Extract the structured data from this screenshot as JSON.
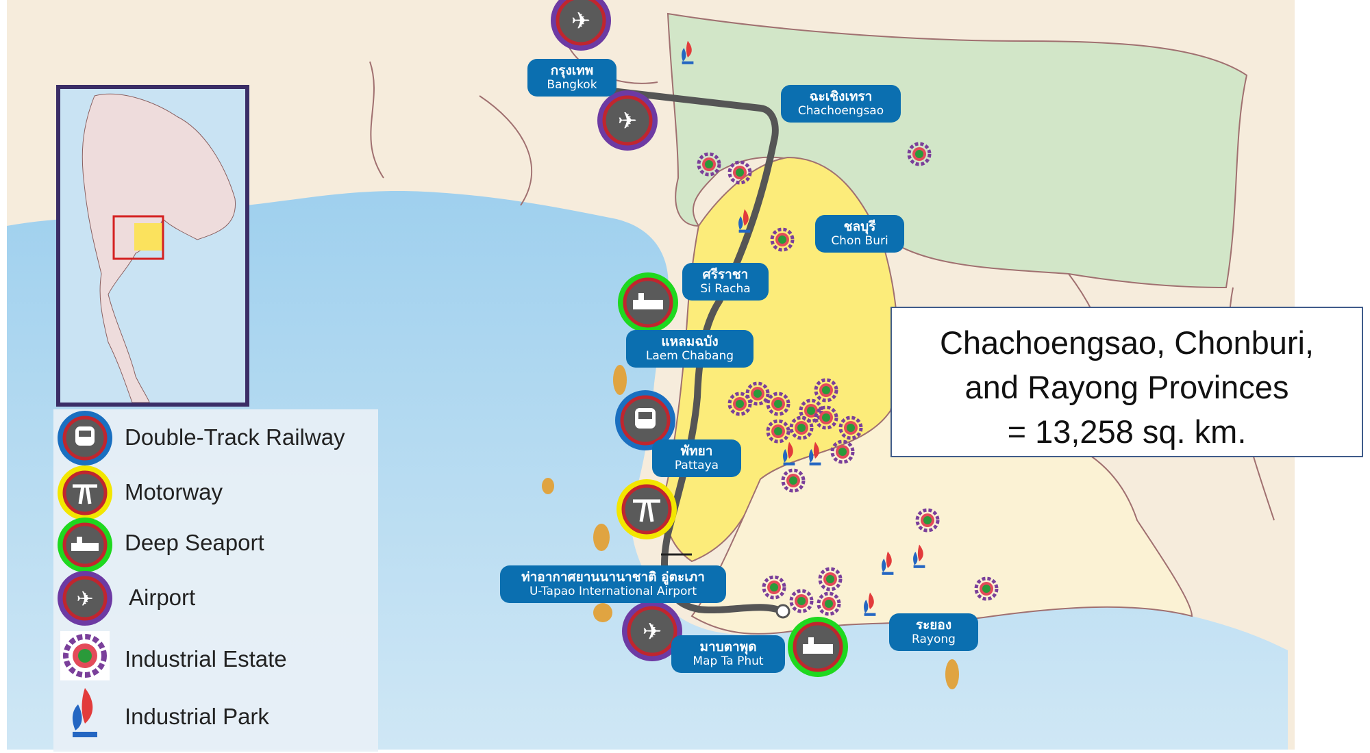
{
  "places": [
    {
      "id": "bangkok",
      "th": "กรุงเทพ",
      "en": "Bangkok"
    },
    {
      "id": "chachoengsao",
      "th": "ฉะเชิงเทรา",
      "en": "Chachoengsao"
    },
    {
      "id": "chonburi",
      "th": "ชลบุรี",
      "en": "Chon Buri"
    },
    {
      "id": "siracha",
      "th": "ศรีราชา",
      "en": "Si Racha"
    },
    {
      "id": "laemchabang",
      "th": "แหลมฉบัง",
      "en": "Laem Chabang"
    },
    {
      "id": "pattaya",
      "th": "พัทยา",
      "en": "Pattaya"
    },
    {
      "id": "utapao",
      "th": "ท่าอากาศยานนานาชาติ อู่ตะเภา",
      "en": "U-Tapao International Airport"
    },
    {
      "id": "maptaphut",
      "th": "มาบตาพุด",
      "en": "Map Ta Phut"
    },
    {
      "id": "rayong",
      "th": "ระยอง",
      "en": "Rayong"
    }
  ],
  "infobox": {
    "line1": "Chachoengsao, Chonburi,",
    "line2": "and Rayong Provinces",
    "line3": "= 13,258 sq. km."
  },
  "legend": [
    {
      "label": "Double-Track Railway",
      "icon": "railway-icon",
      "ring": "#1a6fc0"
    },
    {
      "label": "Motorway",
      "icon": "motorway-icon",
      "ring": "#f3e600"
    },
    {
      "label": "Deep Seaport",
      "icon": "seaport-icon",
      "ring": "#1fd81f"
    },
    {
      "label": "Airport",
      "icon": "airport-icon",
      "ring": "#6d3aa3"
    },
    {
      "label": "Industrial Estate",
      "icon": "industrial-estate-icon"
    },
    {
      "label": "Industrial Park",
      "icon": "industrial-park-icon"
    }
  ],
  "colors": {
    "sea": "#c9e3f3",
    "land": "#f7eee0",
    "chachoengsao": "#cfe3c6",
    "chonburi": "#fbec79",
    "rayong": "#fbf2d2",
    "route": "#555555",
    "label_bg": "#0b6fb0"
  }
}
